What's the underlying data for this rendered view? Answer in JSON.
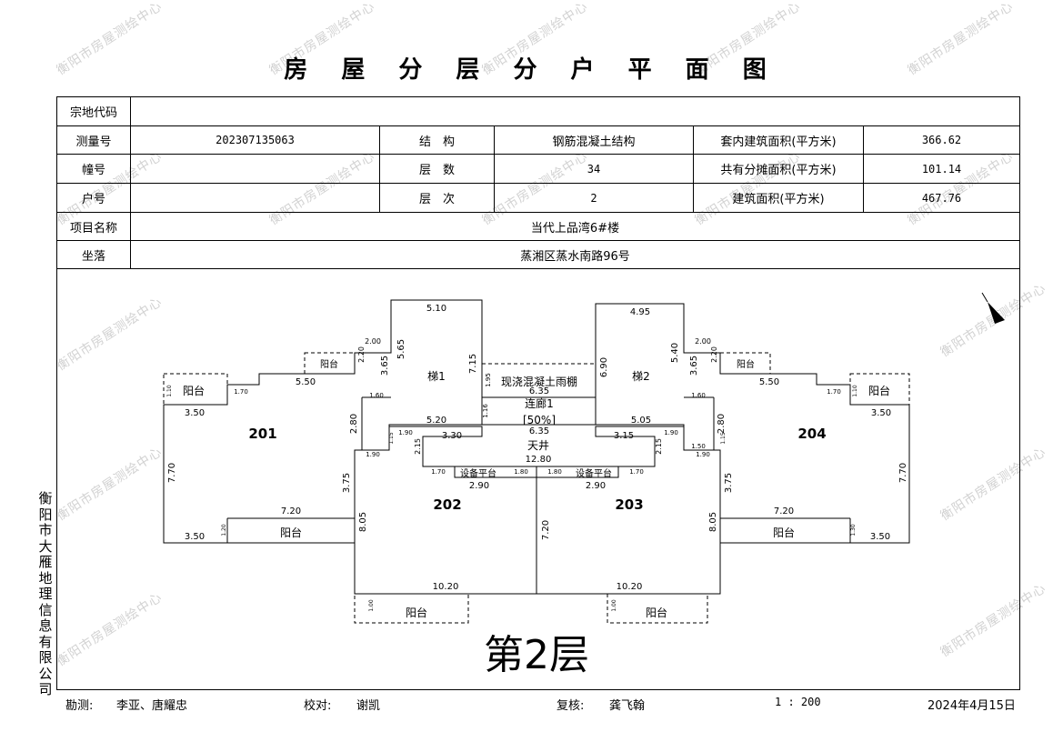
{
  "watermark": "衡阳市房屋测绘中心",
  "title": "房 屋 分 层 分 户 平 面 图",
  "info": {
    "parcel_code_label": "宗地代码",
    "parcel_code": "",
    "survey_no_label": "测量号",
    "survey_no": "202307135063",
    "structure_label": "结　构",
    "structure": "钢筋混凝土结构",
    "inner_area_label": "套内建筑面积(平方米)",
    "inner_area": "366.62",
    "building_no_label": "幢号",
    "building_no": "",
    "floors_label": "层　数",
    "floors": "34",
    "shared_area_label": "共有分摊面积(平方米)",
    "shared_area": "101.14",
    "unit_no_label": "户号",
    "unit_no": "",
    "floor_label": "层　次",
    "floor": "2",
    "building_area_label": "建筑面积(平方米)",
    "building_area": "467.76",
    "project_label": "项目名称",
    "project": "当代上品湾6#楼",
    "location_label": "坐落",
    "location": "蒸湘区蒸水南路96号"
  },
  "plan": {
    "units": [
      "201",
      "202",
      "203",
      "204"
    ],
    "stairs": [
      "梯1",
      "梯2"
    ],
    "balcony": "阳台",
    "equipment": "设备平台",
    "canopy": "现浇混凝土雨棚",
    "corridor": "连廊1",
    "corridor_share": "[50%]",
    "courtyard": "天井",
    "floor_title": "第2层",
    "dims": {
      "d510": "5.10",
      "d495": "4.95",
      "d565": "5.65",
      "d715": "7.15",
      "d690": "6.90",
      "d540": "5.40",
      "d200": "2.00",
      "d220": "2.20",
      "d365": "3.65",
      "d550": "5.50",
      "d170": "1.70",
      "d350": "3.50",
      "d160": "1.60",
      "d280": "2.80",
      "d520": "5.20",
      "d505": "5.05",
      "d635": "6.35",
      "d190": "1.90",
      "d330": "3.30",
      "d315": "3.15",
      "d150": "1.50",
      "d215": "2.15",
      "d1280": "12.80",
      "d375": "3.75",
      "d290": "2.90",
      "d180": "1.80",
      "d770": "7.70",
      "d805": "8.05",
      "d720": "7.20",
      "d1020": "10.20",
      "d195": "1.95",
      "d116": "1.16",
      "d100": "1.00",
      "d110": "1.10",
      "d120": "1.20",
      "d130": "1.30",
      "d115": "1.15"
    }
  },
  "company": "衡阳市大雁地理信息有限公司",
  "footer": {
    "surveyor_label": "勘测:",
    "surveyor": "李亚、唐耀忠",
    "checker_label": "校对:",
    "checker": "谢凯",
    "reviewer_label": "复核:",
    "reviewer": "龚飞翰",
    "scale": "1 : 200",
    "date": "2024年4月15日"
  }
}
